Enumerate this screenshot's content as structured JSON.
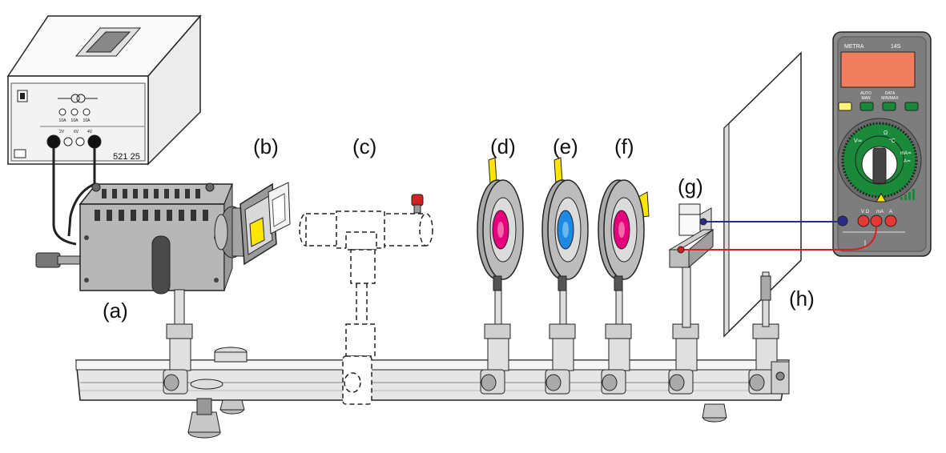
{
  "labels": {
    "a": "(a)",
    "b": "(b)",
    "c": "(c)",
    "d": "(d)",
    "e": "(e)",
    "f": "(f)",
    "g": "(g)",
    "h": "(h)"
  },
  "power_supply": {
    "model": "521 25",
    "sockets": [
      "10A",
      "10A",
      "10A"
    ],
    "voltages": [
      "2V",
      "6V",
      "4V"
    ]
  },
  "multimeter": {
    "brand": "METRA",
    "model": "14S",
    "btn_auto": "AUTO",
    "btn_man": "MAN",
    "btn_data": "DATA",
    "btn_minmax": "MIN/MAX",
    "dial_labels": [
      "Ω",
      "°C",
      "V≃",
      "mA≃",
      "A≃"
    ],
    "jacks": [
      "V Ω",
      "mA",
      "A"
    ]
  },
  "colors": {
    "yellow_filter": "#ffe500",
    "magenta_filter": "#e6007e",
    "blue_filter": "#1e88e5",
    "display": "#f07e5c",
    "dial_green": "#1a8a3a",
    "wire_blue": "#2a2a8a",
    "wire_red": "#d32020",
    "jack_red": "#e53935"
  }
}
